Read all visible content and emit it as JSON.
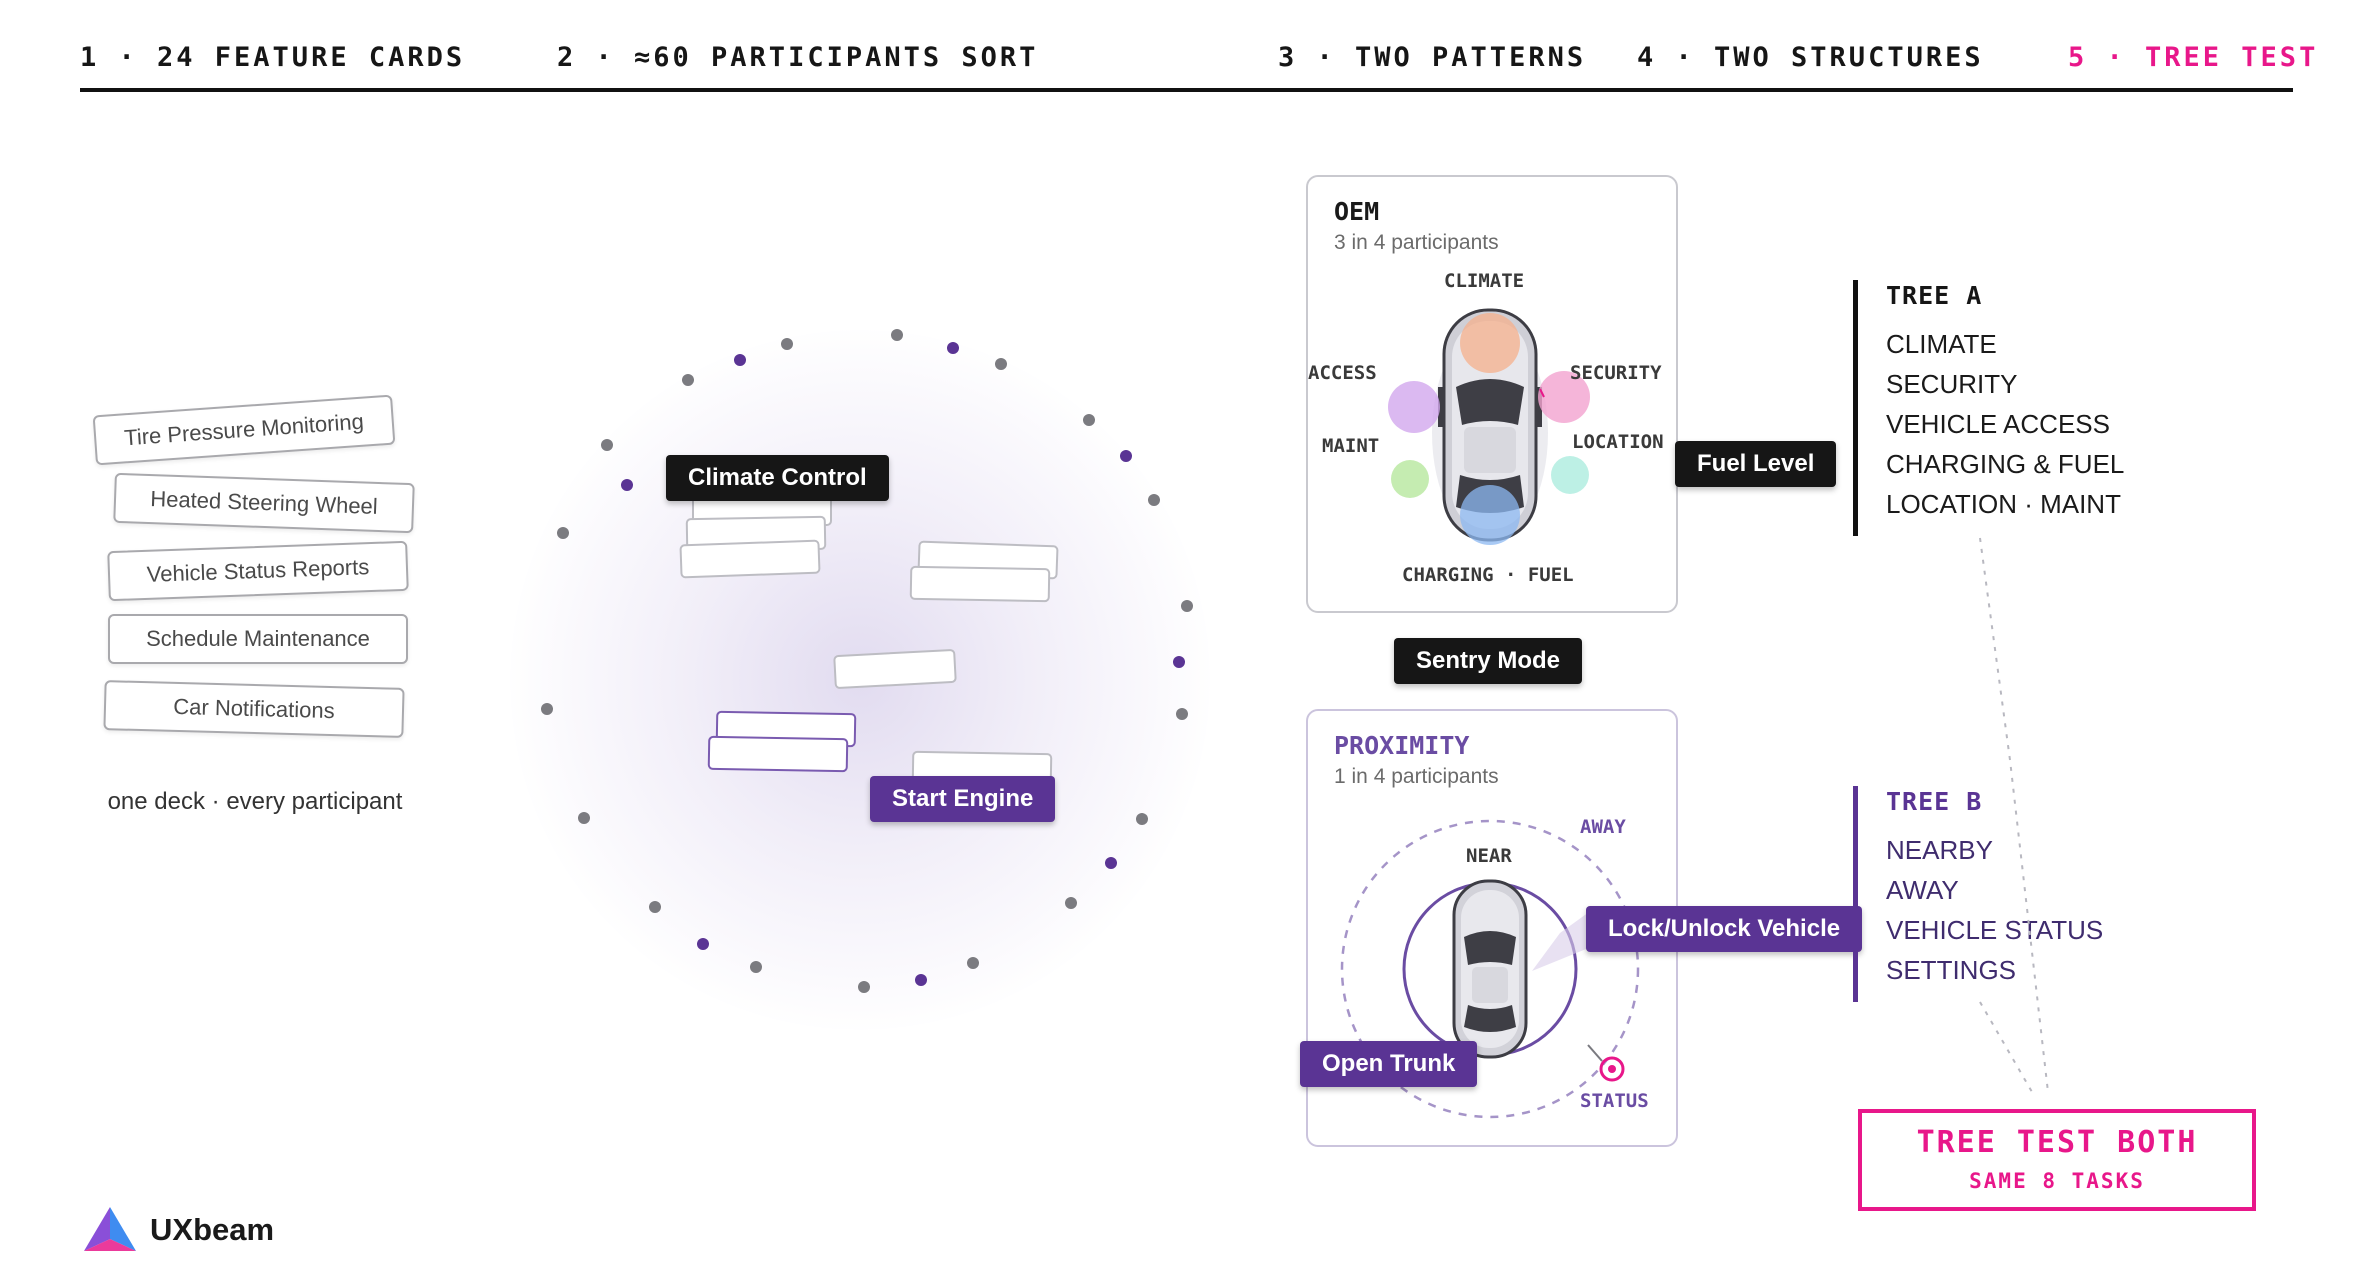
{
  "steps": [
    {
      "label": "1 · 24 FEATURE CARDS"
    },
    {
      "label": "2 · ≈60 PARTICIPANTS SORT"
    },
    {
      "label": "3 · TWO PATTERNS"
    },
    {
      "label": "4 · TWO STRUCTURES"
    },
    {
      "label": "5 · TREE TEST"
    }
  ],
  "deck": {
    "cards": [
      "Tire Pressure Monitoring",
      "Heated Steering Wheel",
      "Vehicle Status Reports",
      "Schedule Maintenance",
      "Car Notifications"
    ],
    "caption": "one deck · every participant"
  },
  "sort_labels": {
    "climate_control": "Climate Control",
    "start_engine": "Start Engine",
    "fuel_level": "Fuel Level",
    "sentry_mode": "Sentry Mode",
    "lock_unlock": "Lock/Unlock Vehicle",
    "open_trunk": "Open Trunk"
  },
  "oem": {
    "title": "OEM",
    "subtitle": "3 in 4 participants",
    "zones": {
      "climate": "CLIMATE",
      "access": "ACCESS",
      "security": "SECURITY",
      "maint": "MAINT",
      "location": "LOCATION",
      "charging_fuel": "CHARGING · FUEL"
    }
  },
  "proximity": {
    "title": "PROXIMITY",
    "subtitle": "1 in 4 participants",
    "zones": {
      "near": "NEAR",
      "away": "AWAY",
      "status": "STATUS"
    }
  },
  "tree_a": {
    "title": "TREE A",
    "items": [
      "CLIMATE",
      "SECURITY",
      "VEHICLE ACCESS",
      "CHARGING & FUEL",
      "LOCATION · MAINT"
    ]
  },
  "tree_b": {
    "title": "TREE B",
    "items": [
      "NEARBY",
      "AWAY",
      "VEHICLE STATUS",
      "SETTINGS"
    ]
  },
  "final": {
    "title": "TREE TEST BOTH",
    "subtitle": "SAME 8 TASKS"
  },
  "brand": {
    "name": "UXbeam",
    "icon": "uxbeam-logo-icon"
  },
  "colors": {
    "accent_pink": "#e8178a",
    "accent_purple": "#5a3494",
    "dark": "#161616"
  }
}
